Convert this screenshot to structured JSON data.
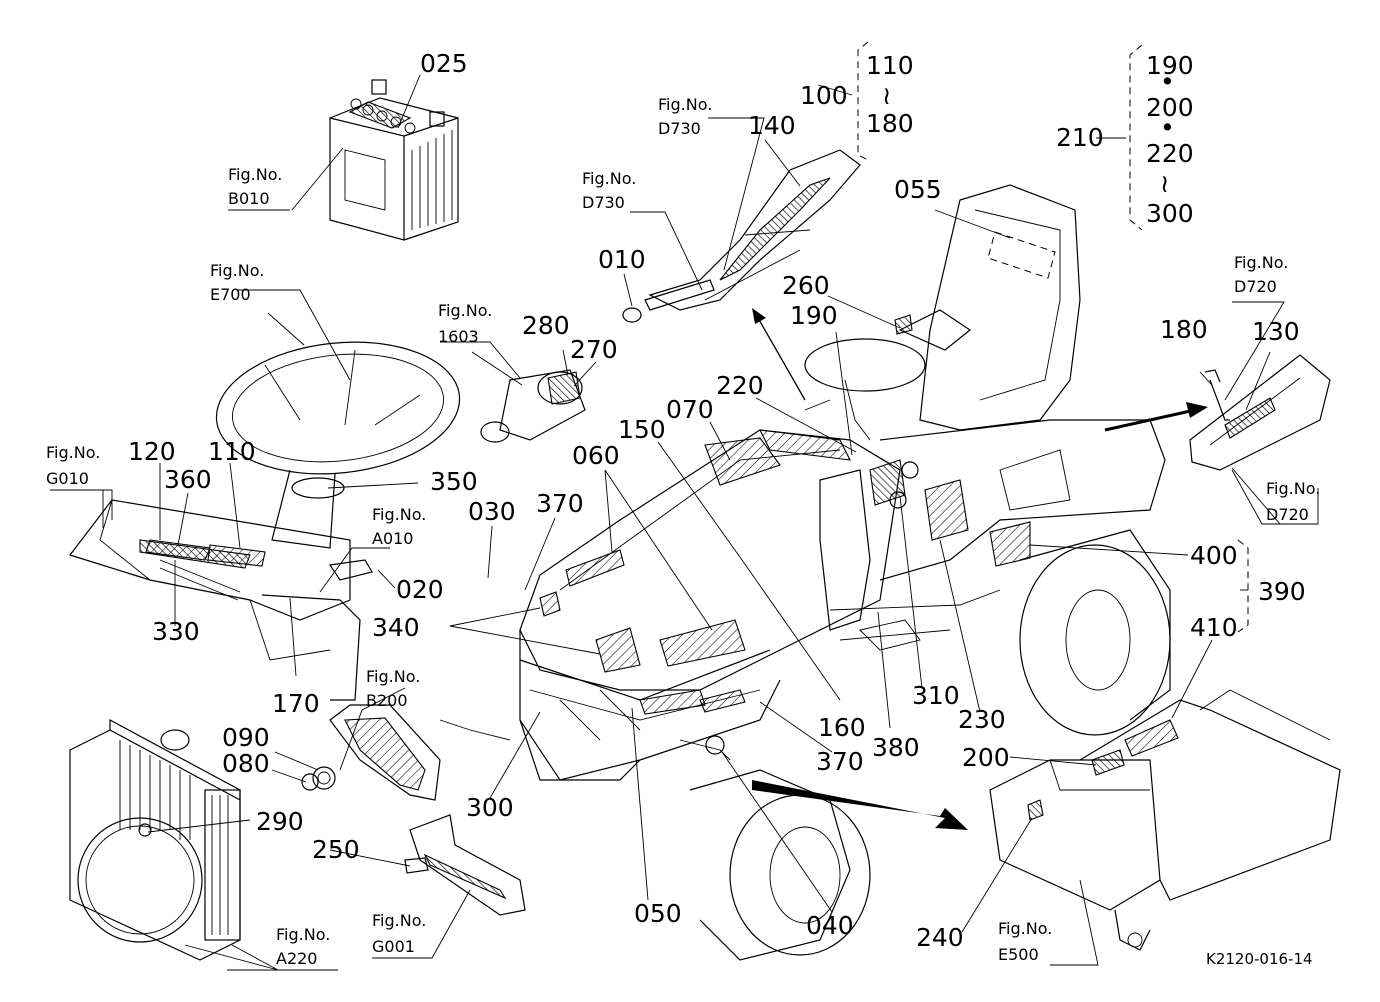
{
  "diagram_ref": "K2120-016-14",
  "parts": {
    "p010": "010",
    "p020": "020",
    "p025": "025",
    "p030": "030",
    "p040": "040",
    "p050": "050",
    "p055": "055",
    "p060": "060",
    "p070": "070",
    "p080": "080",
    "p090": "090",
    "p100": "100",
    "p110a": "110",
    "p110b": "110",
    "p120": "120",
    "p130": "130",
    "p140": "140",
    "p150": "150",
    "p160": "160",
    "p170": "170",
    "p180a": "180",
    "p180b": "180",
    "p190a": "190",
    "p190b": "190",
    "p200a": "200",
    "p200b": "200",
    "p210": "210",
    "p220a": "220",
    "p220b": "220",
    "p230": "230",
    "p240": "240",
    "p250": "250",
    "p260": "260",
    "p270": "270",
    "p280": "280",
    "p290": "290",
    "p300a": "300",
    "p300b": "300",
    "p310": "310",
    "p330": "330",
    "p340": "340",
    "p350": "350",
    "p360": "360",
    "p370a": "370",
    "p370b": "370",
    "p380": "380",
    "p390": "390",
    "p400": "400",
    "p410": "410"
  },
  "range_symbols": {
    "r1": "≀",
    "r2": "•",
    "r3": "•",
    "r4": "≀"
  },
  "fig_label": "Fig.No.",
  "figs": {
    "b010": "B010",
    "d730a": "D730",
    "d730b": "D730",
    "e700": "E700",
    "f1603": "1603",
    "g010": "G010",
    "a010": "A010",
    "b200": "B200",
    "d720a": "D720",
    "d720b": "D720",
    "a220": "A220",
    "g001": "G001",
    "e500": "E500"
  }
}
